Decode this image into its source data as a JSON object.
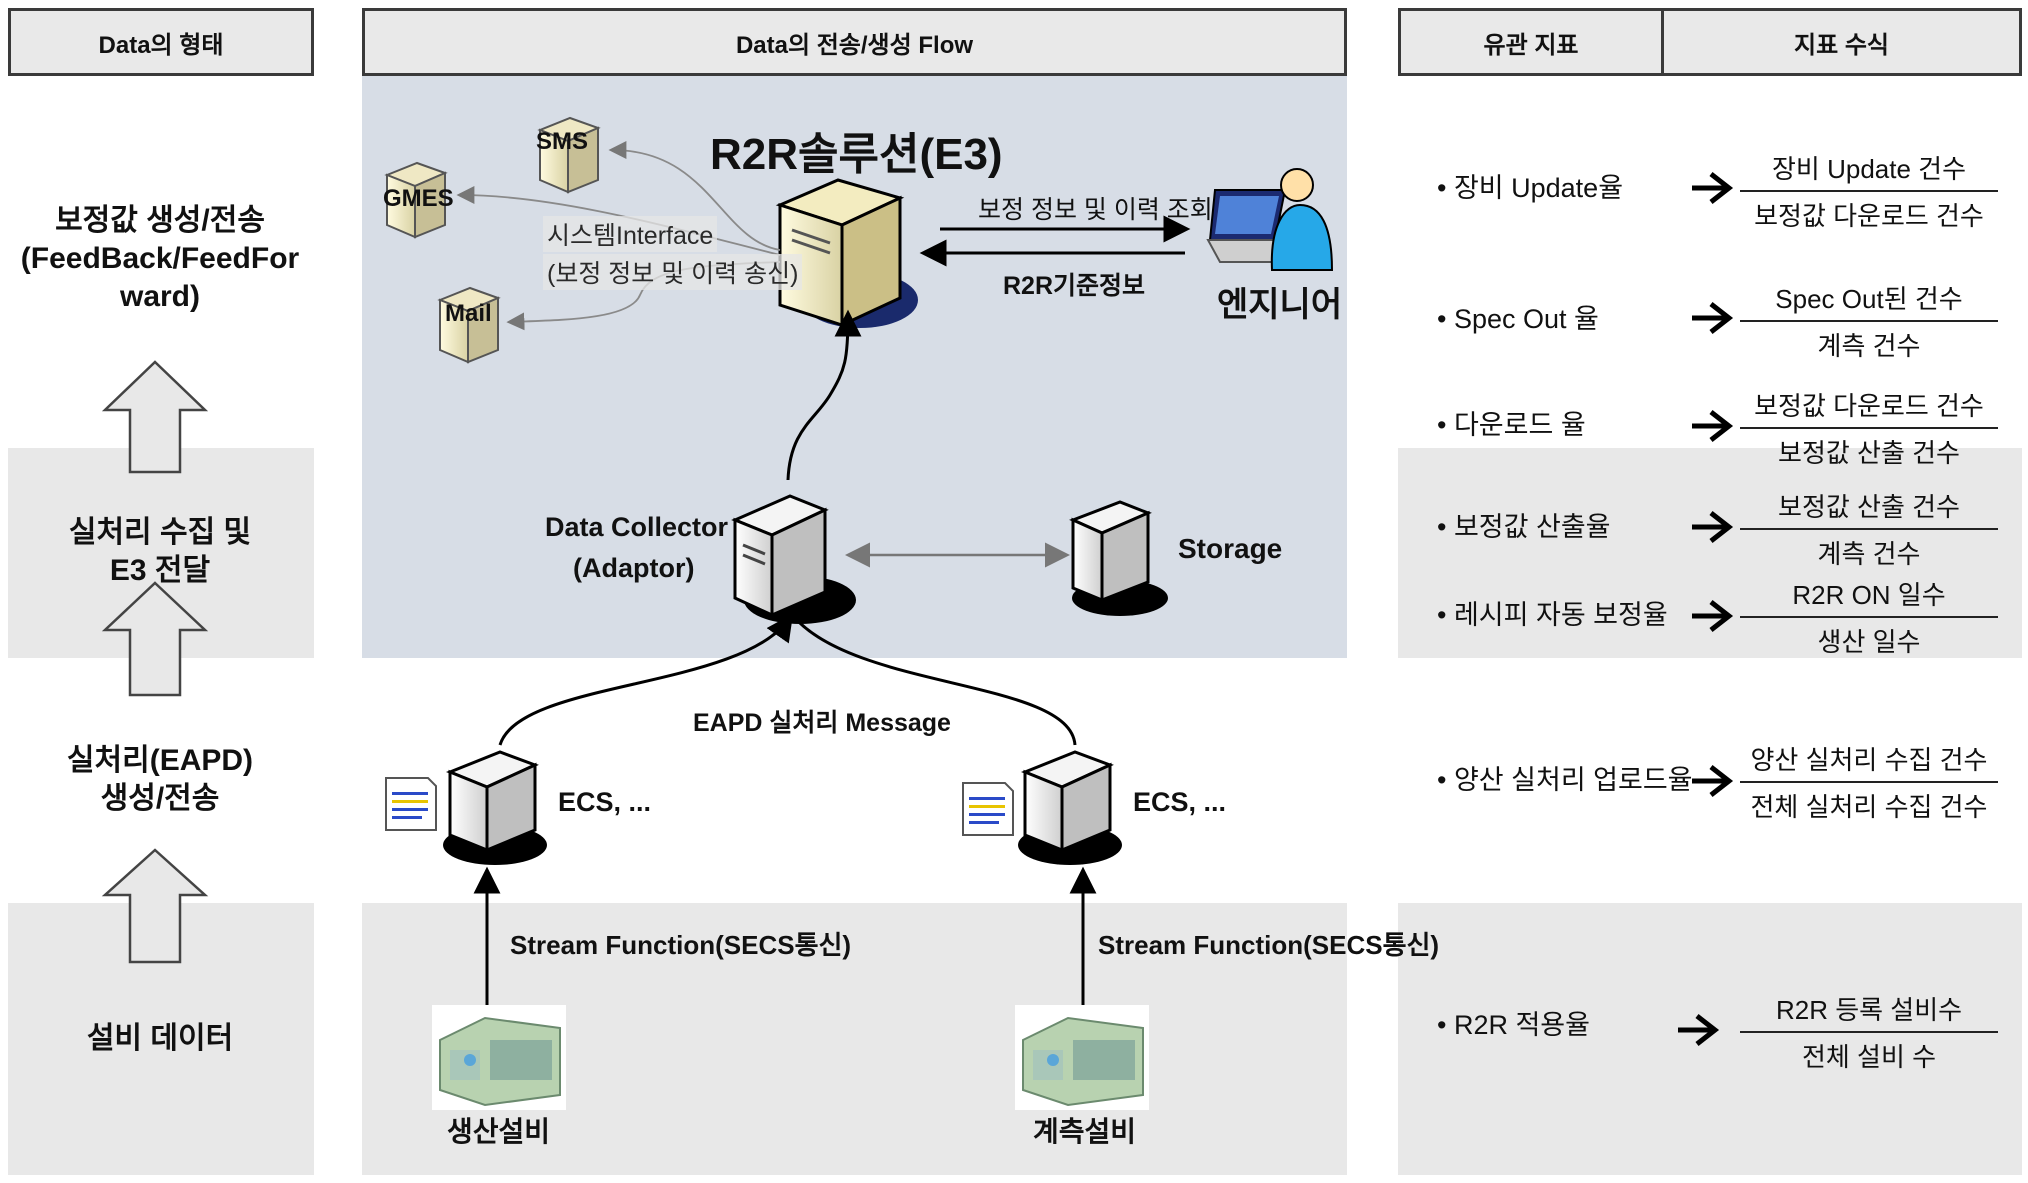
{
  "headers": {
    "col1": "Data의 형태",
    "col2": "Data의 전송/생성 Flow",
    "col3": "유관 지표",
    "col4": "지표 수식"
  },
  "stages": [
    "보정값 생성/전송\n(FeedBack/FeedFor\nward)",
    "실처리 수집 및\nE3 전달",
    "실처리(EAPD)\n생성/전송",
    "설비 데이터"
  ],
  "flow": {
    "r2r_title": "R2R솔루션(E3)",
    "sms": "SMS",
    "gmes": "GMES",
    "mail": "Mail",
    "system_interface": "시스템Interface",
    "system_interface_sub": "(보정 정보 및 이력 송신)",
    "inquiry": "보정 정보 및 이력 조회",
    "criteria": "R2R기준정보",
    "engineer": "엔지니어",
    "collector": "Data Collector",
    "adaptor": "(Adaptor)",
    "storage": "Storage",
    "eapd_message": "EAPD 실처리 Message",
    "ecs_left": "ECS, ...",
    "ecs_right": "ECS, ...",
    "stream_left": "Stream Function(SECS통신)",
    "stream_right": "Stream Function(SECS통신)",
    "prod_equipment": "생산설비",
    "measure_equipment": "계측설비"
  },
  "indicators": [
    {
      "name": "• 장비 Update율",
      "num": "장비 Update 건수",
      "den": "보정값 다운로드 건수"
    },
    {
      "name": "• Spec Out 율",
      "num": "Spec Out된 건수",
      "den": "계측 건수"
    },
    {
      "name": "• 다운로드 율",
      "num": "보정값 다운로드 건수",
      "den": "보정값 산출 건수"
    },
    {
      "name": "• 보정값 산출율",
      "num": "보정값 산출 건수",
      "den": "계측 건수"
    },
    {
      "name": "•  레시피 자동 보정율",
      "num": "R2R ON 일수",
      "den": "생산 일수"
    },
    {
      "name": "• 양산 실처리 업로드율",
      "num": "양산 실처리 수집 건수",
      "den": "전체 실처리 수집 건수"
    },
    {
      "name": "• R2R 적용율",
      "num": "R2R 등록 설비수",
      "den": "전체 설비 수"
    }
  ],
  "colors": {
    "band": "#e8e8e8",
    "flow_panel": "#d7dde6",
    "header_fill": "#e9e9e9",
    "server_base": "#1a2a6c"
  }
}
